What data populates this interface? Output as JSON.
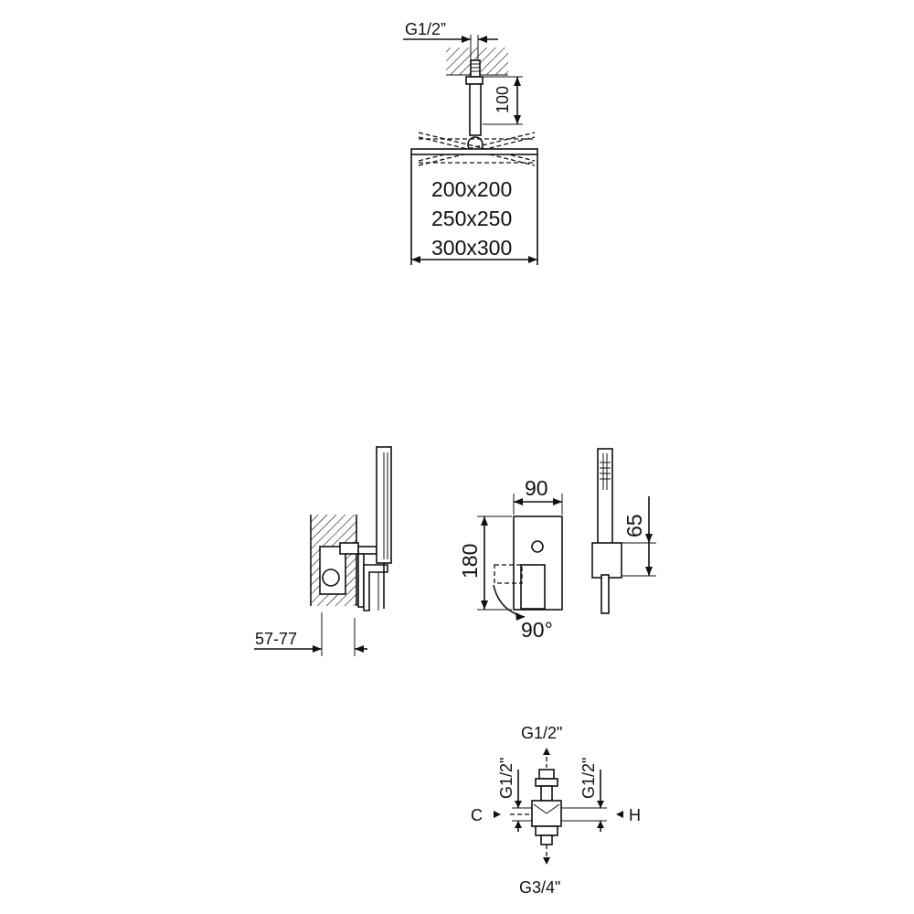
{
  "ceiling_shower": {
    "thread_label": "G1/2”",
    "arm_length_label": "100",
    "head_sizes": [
      "200x200",
      "250x250",
      "300x300"
    ]
  },
  "mixer": {
    "wall_depth_label": "57-77",
    "width_label": "90",
    "height_label": "180",
    "rotation_label": "90°",
    "bracket_offset_label": "65"
  },
  "body": {
    "top_label": "G1/2\"",
    "left_label": "G1/2\"",
    "right_label": "G1/2\"",
    "cold_label": "C",
    "hot_label": "H",
    "bottom_label": "G3/4\""
  }
}
